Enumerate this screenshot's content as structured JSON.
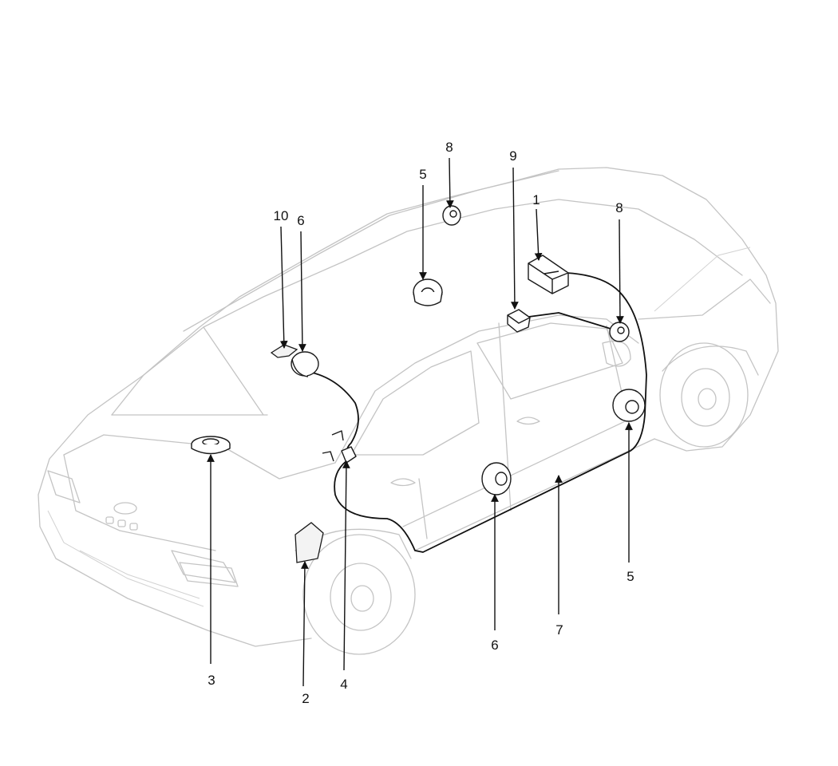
{
  "callouts": [
    {
      "id": "c1",
      "text": "1"
    },
    {
      "id": "c2",
      "text": "2"
    },
    {
      "id": "c3",
      "text": "3"
    },
    {
      "id": "c4",
      "text": "4"
    },
    {
      "id": "c5a",
      "text": "5"
    },
    {
      "id": "c5b",
      "text": "5"
    },
    {
      "id": "c6a",
      "text": "6"
    },
    {
      "id": "c6b",
      "text": "6"
    },
    {
      "id": "c7",
      "text": "7"
    },
    {
      "id": "c8a",
      "text": "8"
    },
    {
      "id": "c8b",
      "text": "8"
    },
    {
      "id": "c9",
      "text": "9"
    },
    {
      "id": "c10",
      "text": "10"
    }
  ]
}
